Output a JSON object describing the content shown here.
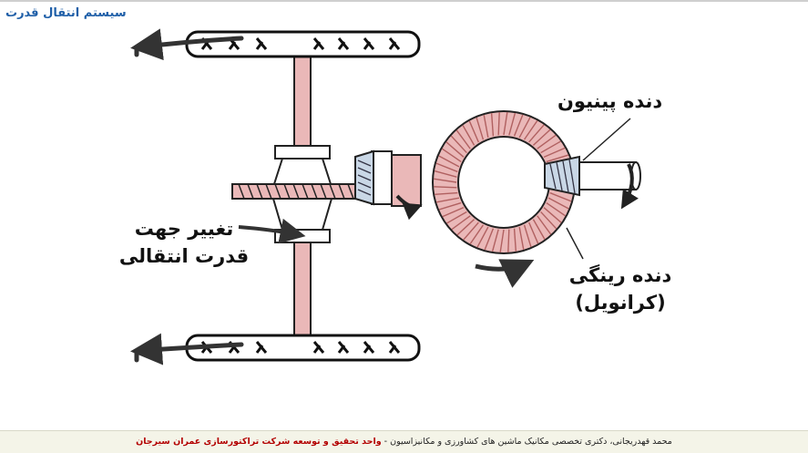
{
  "title": "سیستم انتقال قدرت",
  "diagram": {
    "labels": {
      "pinion": "دنده پینیون",
      "ring_line1": "دنده رینگی",
      "ring_line2": "(کرانویل)",
      "direction_line1": "تغییر جهت",
      "direction_line2": "قدرت انتقالی"
    }
  },
  "footer": {
    "author": "محمد قهدریجانی، دکتری تخصصی مکانیک ماشین های کشاورزی و مکانیزاسیون - ",
    "org": "واحد تحقیق و توسعه شرکت تراکتورسازی عمران سیرجان"
  },
  "colors": {
    "title": "#1f5fa8",
    "shaft": "#eab8b8",
    "gear_teeth": "#c9d7e6",
    "footer_highlight": "#b30000"
  }
}
